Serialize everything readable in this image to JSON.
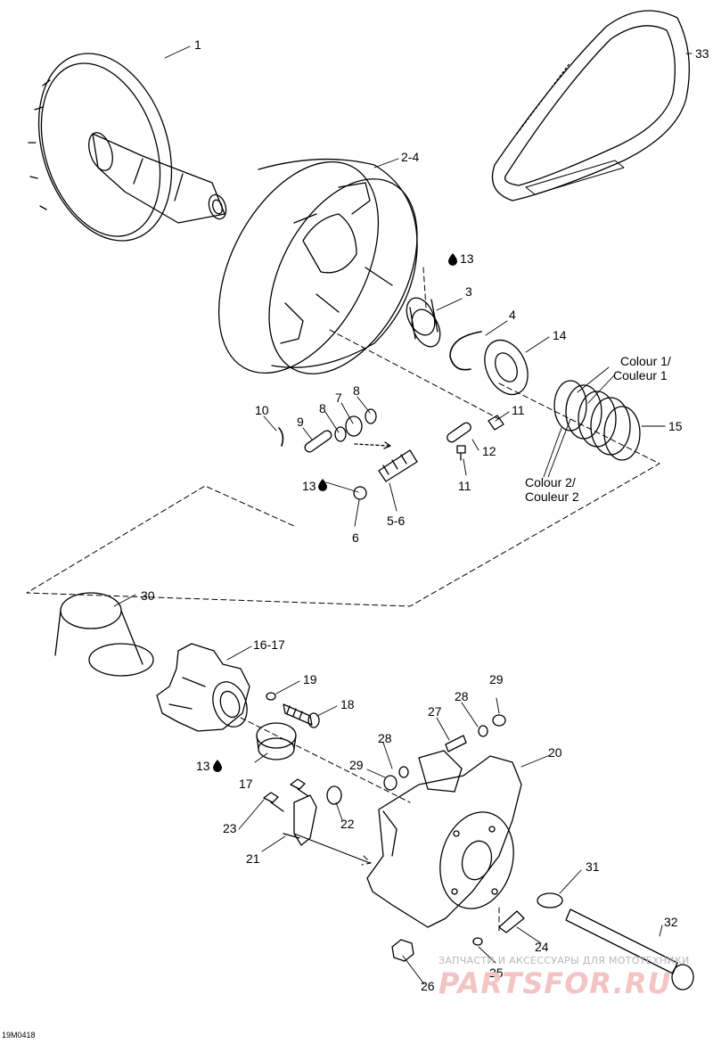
{
  "callouts": {
    "c1": "1",
    "c2_4": "2-4",
    "c33": "33",
    "c13a": "13",
    "c3": "3",
    "c4": "4",
    "c14": "14",
    "colour1": "Colour 1/",
    "couleur1": "Couleur 1",
    "c10": "10",
    "c9": "9",
    "c8a": "8",
    "c7": "7",
    "c8b": "8",
    "c11a": "11",
    "c12": "12",
    "c11b": "11",
    "c15": "15",
    "c13b": "13",
    "c5_6": "5-6",
    "c6": "6",
    "colour2": "Colour 2/",
    "couleur2": "Couleur 2",
    "c30": "30",
    "c16_17": "16-17",
    "c19": "19",
    "c18": "18",
    "c13c": "13",
    "c17": "17",
    "c29a": "29",
    "c28a": "28",
    "c27": "27",
    "c28b": "28",
    "c20": "20",
    "c29b": "29",
    "c22": "22",
    "c23": "23",
    "c21": "21",
    "c31": "31",
    "c32": "32",
    "c24": "24",
    "c25": "25",
    "c26": "26"
  },
  "figure_code": "19M0418",
  "watermark": {
    "tagline": "ЗАПЧАСТИ И АКСЕССУАРЫ ДЛЯ МОТОТЕХНИКИ",
    "logo": "PARTSFOR.RU"
  },
  "colors": {
    "line": "#000000",
    "wm_text": "#b8b8b8",
    "wm_logo": "#f3c4c4"
  }
}
